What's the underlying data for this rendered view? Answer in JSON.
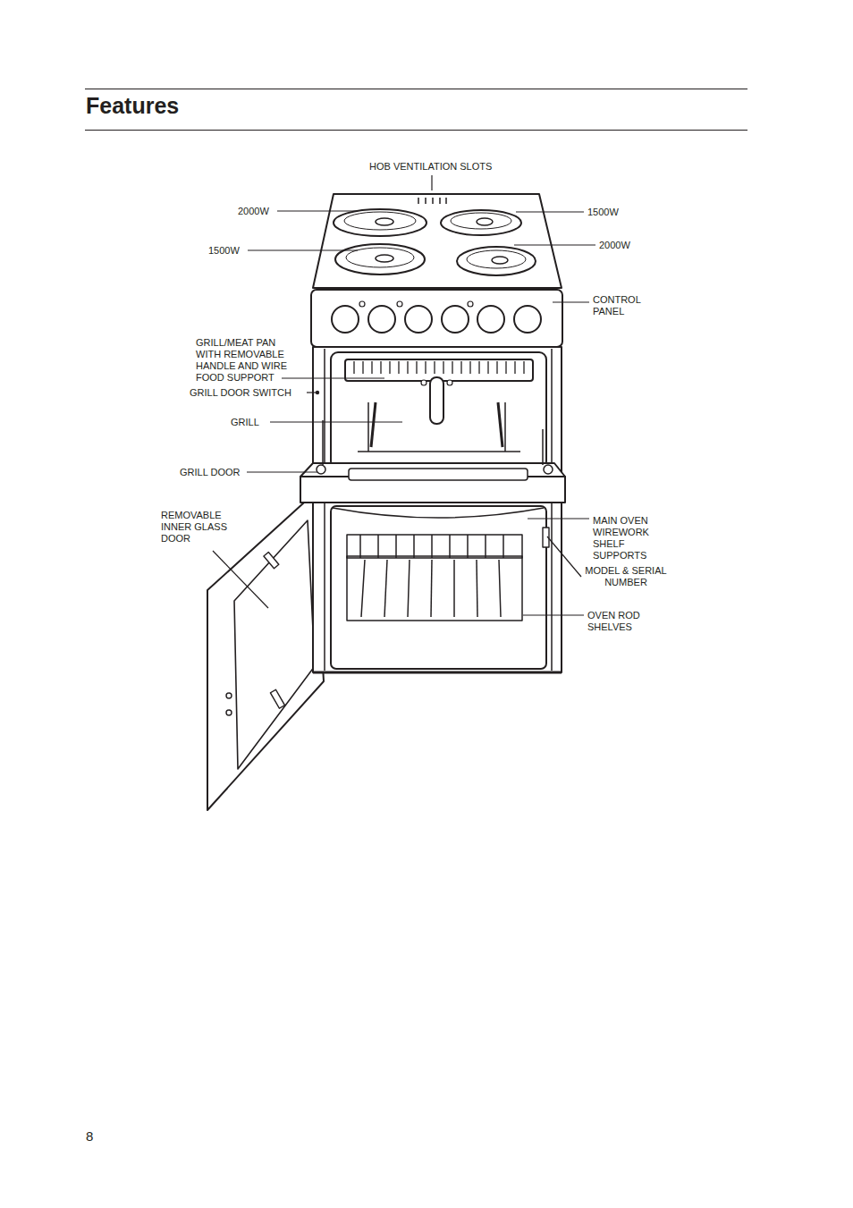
{
  "diagram": {
    "title": "Features",
    "labels": [
      "HOB VENTILATION SLOTS",
      "2000W",
      "1500W",
      "1500W",
      "2000W",
      "CONTROL PANEL",
      "GRILL/MEAT PAN WITH REMOVABLE HANDLE AND WIRE FOOD SUPPORT",
      "GRILL DOOR SWITCH",
      "GRILL",
      "GRILL DOOR",
      "REMOVABLE INNER GLASS DOOR",
      "MAIN OVEN WIREWORK SHELF SUPPORTS",
      "MODEL & SERIAL NUMBER",
      "OVEN ROD SHELVES",
      "8"
    ]
  }
}
